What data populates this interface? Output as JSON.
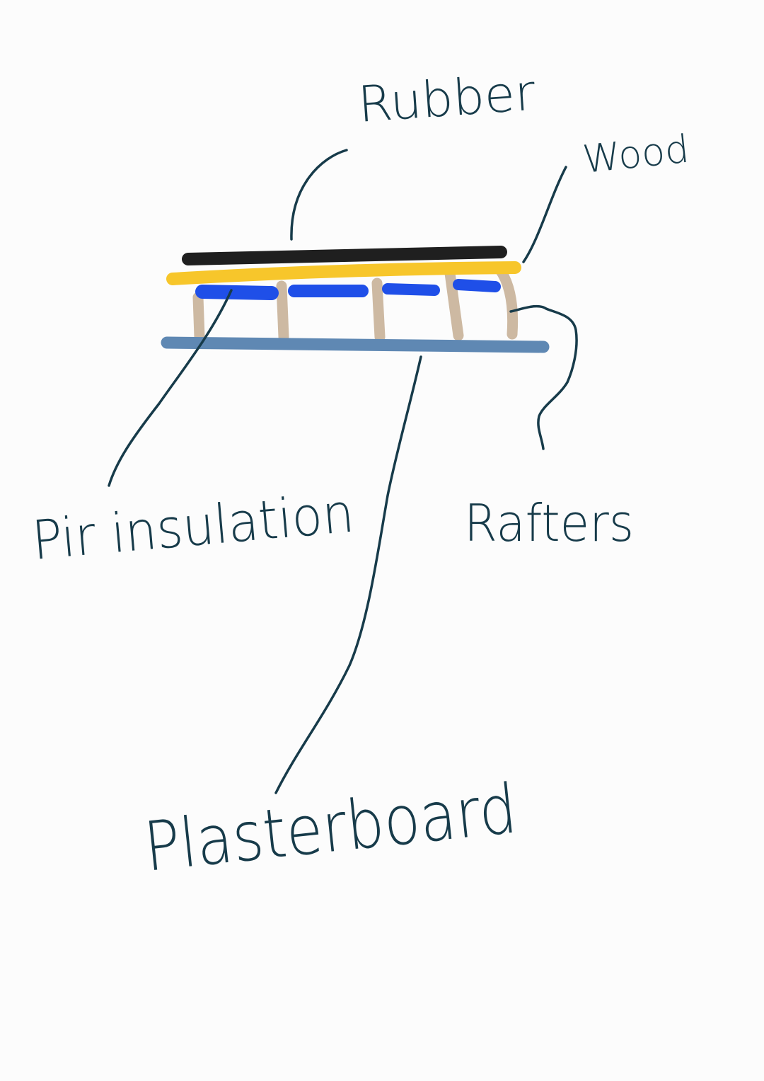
{
  "labels": {
    "rubber": "Rubber",
    "wood": "Wood",
    "pir_insulation": "Pir insulation",
    "rafters": "Rafters",
    "plasterboard": "Plasterboard"
  },
  "colors": {
    "background": "#fcfcfc",
    "ink": "#173b4a",
    "rubber": "#1f1f1f",
    "wood": "#f7c62b",
    "insulation": "#1f4fe8",
    "rafters": "#cdb9a2",
    "plasterboard": "#5f88b3"
  }
}
